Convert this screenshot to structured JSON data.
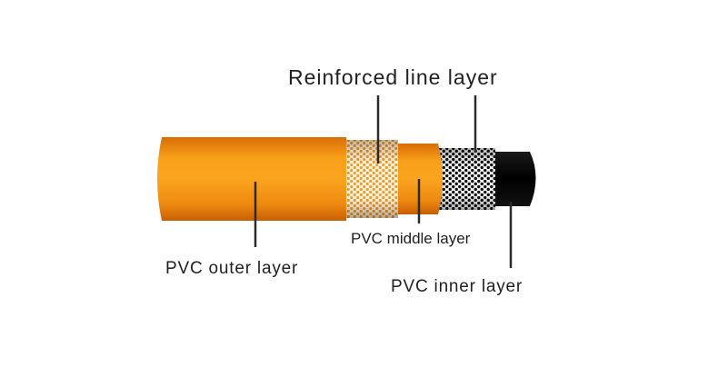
{
  "diagram": {
    "subject": "Reinforced PVC hose cross-section",
    "colors": {
      "orange": "#f39011",
      "orange_dark": "#d86d05",
      "orange_light": "#fbb03b",
      "braid_white": "#f7f2ea",
      "black": "#050505",
      "leader_line": "#2b2b2b",
      "text": "#222222"
    },
    "labels": {
      "reinforced": "Reinforced line layer",
      "middle": "PVC middle layer",
      "outer": "PVC outer layer",
      "inner": "PVC inner layer"
    },
    "layers": [
      {
        "id": "outer",
        "name": "PVC outer layer",
        "material": "orange PVC"
      },
      {
        "id": "reinforced-orange",
        "name": "Reinforced line layer",
        "material": "orange mesh braid"
      },
      {
        "id": "middle",
        "name": "PVC middle layer",
        "material": "orange PVC"
      },
      {
        "id": "reinforced-black",
        "name": "Reinforced line layer",
        "material": "black/white mesh braid"
      },
      {
        "id": "inner",
        "name": "PVC inner layer",
        "material": "black PVC"
      }
    ]
  }
}
